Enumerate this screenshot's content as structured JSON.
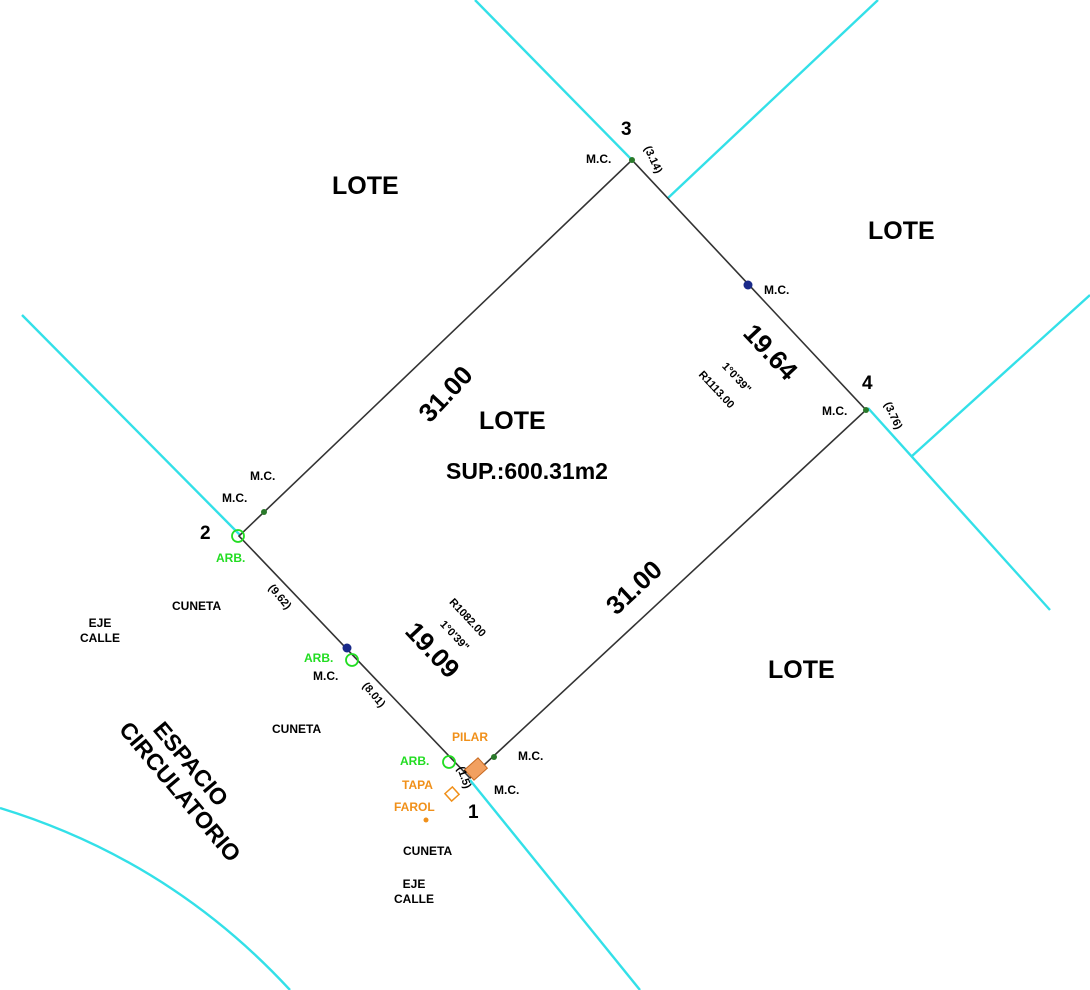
{
  "colors": {
    "street_lines": "#33e0e8",
    "lot_lines": "#333333",
    "trees": "#22dd22",
    "infrastructure": "#f0901a",
    "monument_blue": "#1a2a8a",
    "monument_green": "#2a7a2a"
  },
  "parcel": {
    "label": "LOTE",
    "area": "SUP.:600.31m2",
    "sides": {
      "top_left": "31.00",
      "bottom_right": "31.00",
      "right": "19.64",
      "right_angle": "1°0'39\"",
      "right_radius": "R1113.00",
      "left": "19.09",
      "left_angle": "1°0'39\"",
      "left_radius": "R1082.00"
    }
  },
  "neighbors": {
    "top_left": "LOTE",
    "top_right": "LOTE",
    "bottom_right": "LOTE"
  },
  "vertices": {
    "v1": "1",
    "v2": "2",
    "v3": "3",
    "v4": "4"
  },
  "markers": {
    "mc": "M.C.",
    "arb": "ARB.",
    "pilar": "PILAR",
    "tapa": "TAPA",
    "farol": "FAROL"
  },
  "offsets": {
    "v3": "(3.14)",
    "v4": "(3.76)",
    "left_upper": "(9.62)",
    "left_lower": "(8.01)",
    "v1": "(1.5)"
  },
  "street": {
    "cuneta": "CUNETA",
    "eje": "EJE",
    "calle": "CALLE",
    "espacio": "ESPACIO",
    "circulatorio": "CIRCULATORIO"
  }
}
